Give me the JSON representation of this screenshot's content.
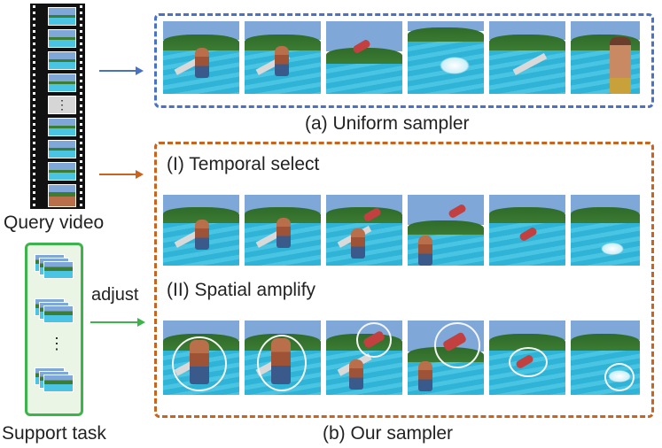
{
  "labels": {
    "query_video": "Query video",
    "support_task": "Support task",
    "uniform_sampler": "(a) Uniform sampler",
    "our_sampler": "(b) Our sampler",
    "temporal_select": "(I) Temporal select",
    "spatial_amplify": "(II) Spatial amplify",
    "adjust": "adjust",
    "film_ellipsis": "⋮",
    "support_ellipsis": "⋮"
  },
  "colors": {
    "uniform": "#4a72c4",
    "ours": "#c8641e",
    "support": "#3cb44b"
  }
}
